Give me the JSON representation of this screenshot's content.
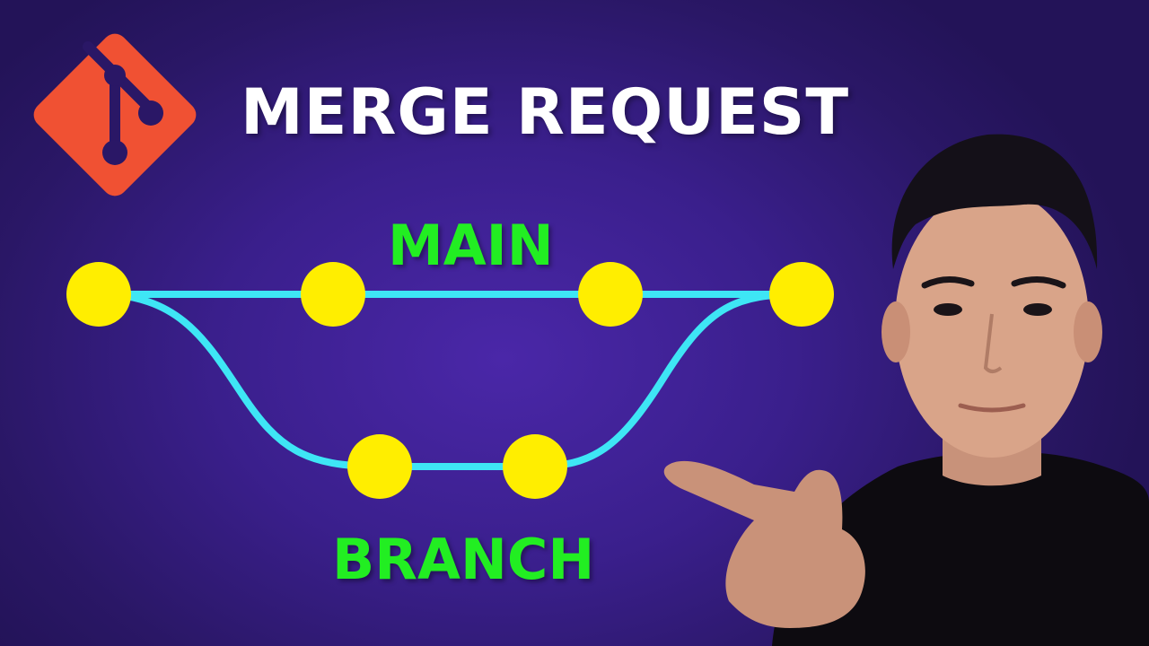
{
  "thumbnail": {
    "title": "MERGE REQUEST",
    "main_label": "MAIN",
    "branch_label": "BRANCH"
  },
  "colors": {
    "background": "#3a1f8c",
    "logo": "#f05133",
    "title_text": "#ffffff",
    "labels": "#22ee22",
    "path_line": "#3ee6f5",
    "commit_dot": "#ffee00"
  },
  "icons": {
    "logo": "git-logo-icon",
    "presenter": "presenter-pointing-figure"
  }
}
